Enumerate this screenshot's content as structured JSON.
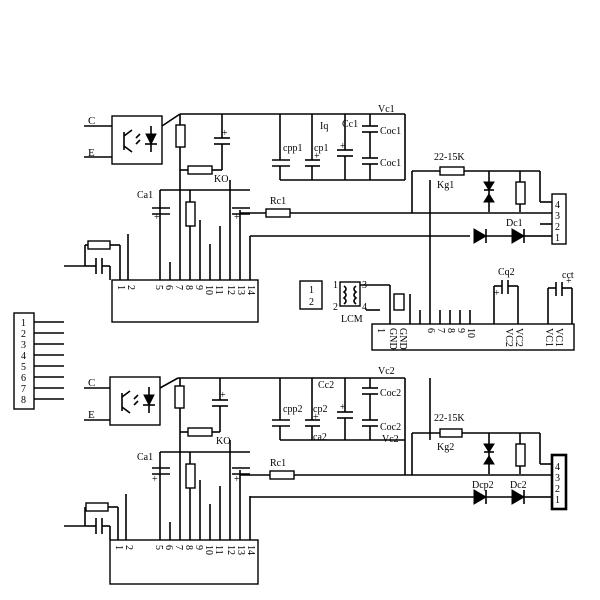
{
  "schematic": {
    "channel1": {
      "input_c": "C",
      "input_e": "E",
      "ko": "KO",
      "ca1": "Ca1",
      "rc1": "Rc1",
      "cpp1": "cpp1",
      "cp1": "cp1",
      "iq": "Iq",
      "cc1": "Cc1",
      "vc1": "Vc1",
      "coc1_top": "Coc1",
      "coc1_bottom": "Coc1",
      "kg1_value": "22-15K",
      "kg1": "Kg1",
      "dc1": "Dc1",
      "connector_pins": [
        "4",
        "3",
        "2",
        "1"
      ],
      "ic_pins": [
        "1",
        "2",
        "5",
        "6",
        "7",
        "8",
        "9",
        "10",
        "11",
        "12",
        "13",
        "14"
      ]
    },
    "channel2": {
      "input_c": "C",
      "input_e": "E",
      "ko": "KO",
      "ca1": "Ca1",
      "rc1": "Rc1",
      "cpp2": "cpp2",
      "cp2": "cp2",
      "cc2": "Cc2",
      "ca2": "ca2",
      "vc2_top": "Vc2",
      "coc2_top": "Coc2",
      "coc2_bottom": "Coc2",
      "vc2_bottom": "Vc2",
      "kg2_value": "22-15K",
      "kg2": "Kg2",
      "dcp2": "Dcp2",
      "dc2": "Dc2",
      "connector_pins": [
        "4",
        "3",
        "2",
        "1"
      ],
      "ic_pins": [
        "1",
        "2",
        "5",
        "6",
        "7",
        "8",
        "9",
        "10",
        "11",
        "12",
        "13",
        "14"
      ]
    },
    "center": {
      "lcm": "LCM",
      "lcm_pins": [
        "1",
        "2",
        "3",
        "4"
      ],
      "left_conn_pins": [
        "1",
        "2"
      ],
      "cq2": "Cq2",
      "cct": "cct",
      "mcu_pins": [
        "1",
        "GND",
        "GND",
        "6",
        "7",
        "8",
        "9",
        "10",
        "VC2",
        "VC2",
        "VC1",
        "VC1"
      ]
    },
    "left_connector": {
      "pins": [
        "1",
        "2",
        "3",
        "4",
        "5",
        "6",
        "7",
        "8"
      ]
    }
  }
}
